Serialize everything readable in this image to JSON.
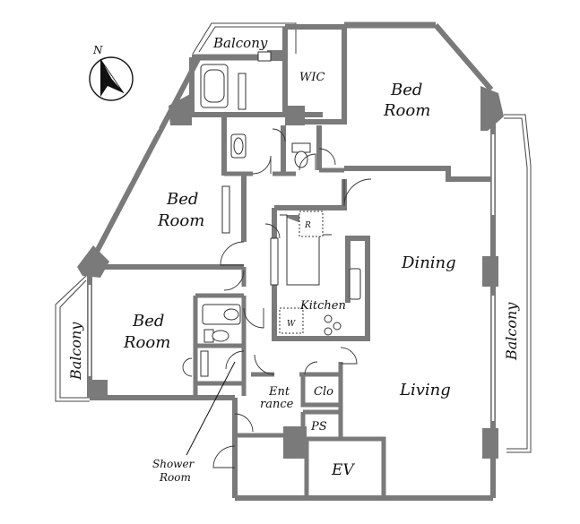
{
  "plan": {
    "compass": {
      "letter": "N"
    },
    "rooms": {
      "balcony_top": "Balcony",
      "wic": "WIC",
      "bedroom_ne_line1": "Bed",
      "bedroom_ne_line2": "Room",
      "bedroom_w_line1": "Bed",
      "bedroom_w_line2": "Room",
      "bedroom_sw_line1": "Bed",
      "bedroom_sw_line2": "Room",
      "dining": "Dining",
      "kitchen": "Kitchen",
      "living": "Living",
      "balcony_west": "Balcony",
      "balcony_east": "Balcony",
      "entrance_line1": "Ent",
      "entrance_line2": "rance",
      "closet": "Clo",
      "pipe_space": "PS",
      "elevator": "EV",
      "shower_line1": "Shower",
      "shower_line2": "Room",
      "fridge": "R",
      "washer": "W"
    }
  }
}
